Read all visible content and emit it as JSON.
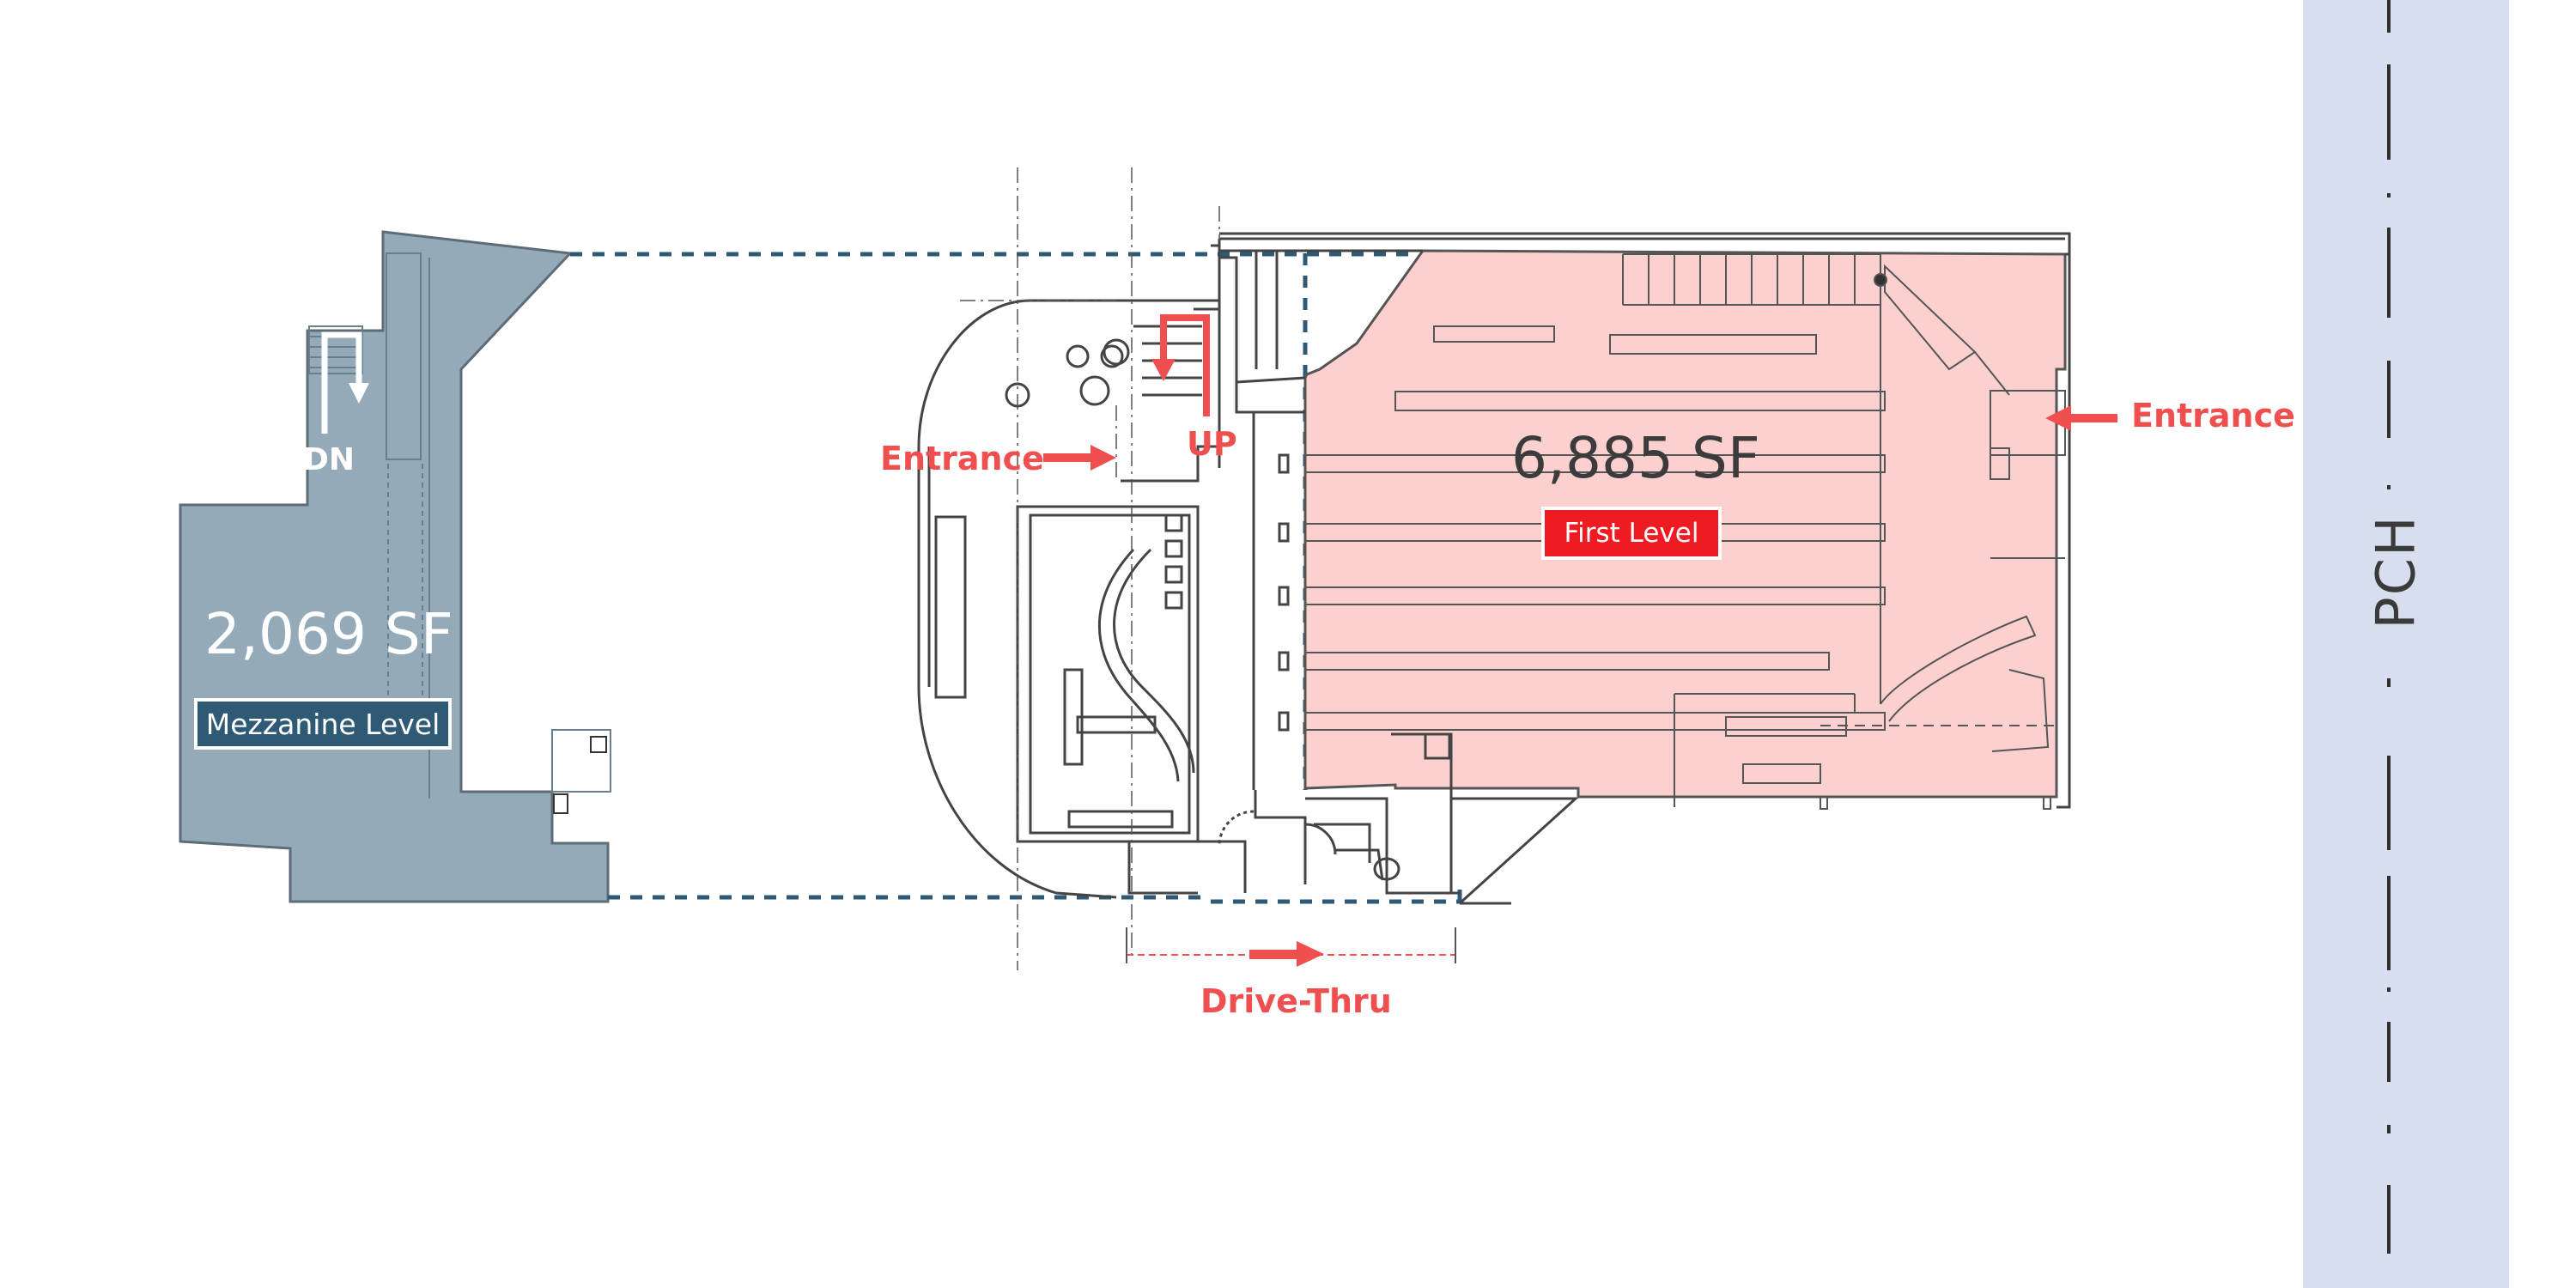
{
  "mezzanine": {
    "area": "2,069 SF",
    "level": "Mezzanine Level",
    "stair_label": "DN",
    "fill_color": "#95aab9",
    "badge_color": "#2e5a76"
  },
  "first_level": {
    "area": "6,885 SF",
    "level": "First Level",
    "fill_color": "#fdd0d0",
    "badge_color": "#ee1c22"
  },
  "annotations": {
    "entrance_left": "Entrance",
    "entrance_right": "Entrance",
    "stair_up": "UP",
    "drive_thru": "Drive-Thru",
    "accent_color": "#ef4f4f"
  },
  "street": {
    "name": "PCH",
    "fill_color": "#d7deee"
  }
}
